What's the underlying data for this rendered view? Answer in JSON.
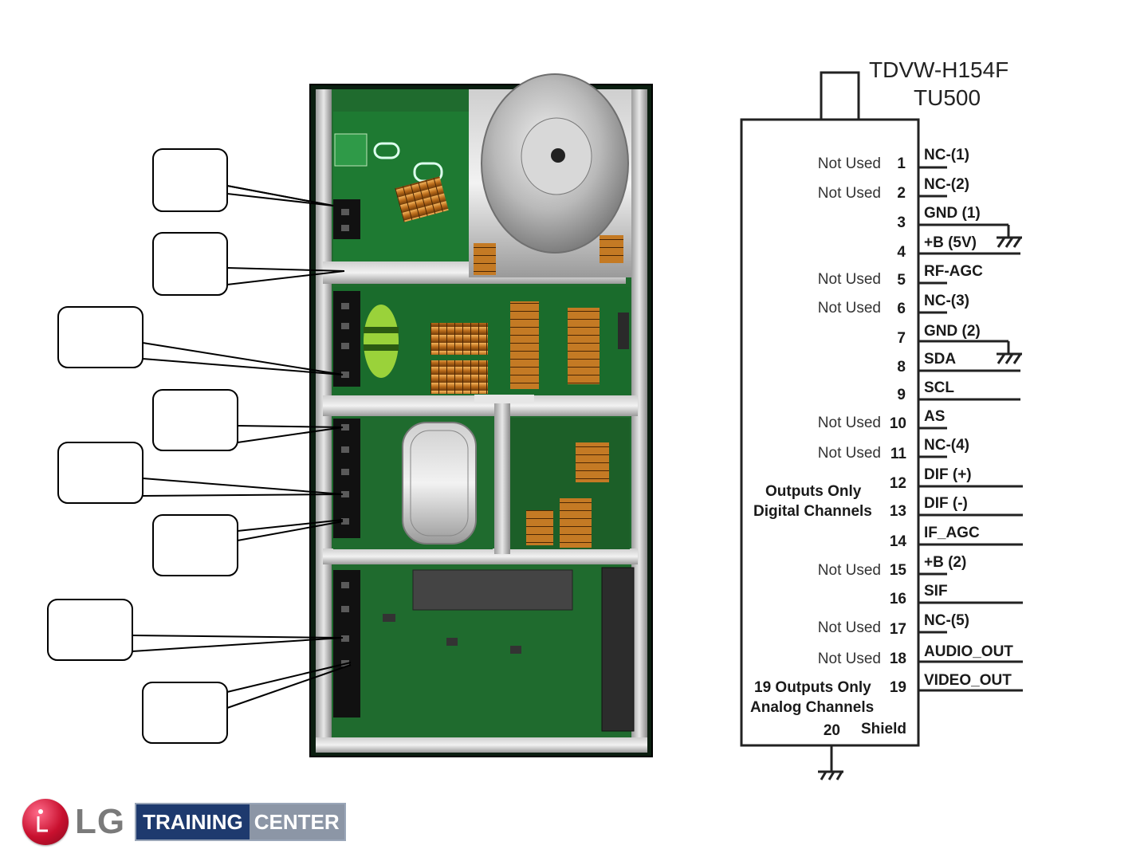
{
  "chip": {
    "title_line1": "TDVW-H154F",
    "title_line2": "TU500"
  },
  "pins": [
    {
      "num": "1",
      "signal": "NC-(1)",
      "note": "Not Used"
    },
    {
      "num": "2",
      "signal": "NC-(2)",
      "note": "Not Used"
    },
    {
      "num": "3",
      "signal": "GND (1)",
      "note": ""
    },
    {
      "num": "4",
      "signal": "+B (5V)",
      "note": ""
    },
    {
      "num": "5",
      "signal": "RF-AGC",
      "note": "Not Used"
    },
    {
      "num": "6",
      "signal": "NC-(3)",
      "note": "Not Used"
    },
    {
      "num": "7",
      "signal": "GND (2)",
      "note": ""
    },
    {
      "num": "8",
      "signal": "SDA",
      "note": ""
    },
    {
      "num": "9",
      "signal": "SCL",
      "note": ""
    },
    {
      "num": "10",
      "signal": "AS",
      "note": "Not Used"
    },
    {
      "num": "11",
      "signal": "NC-(4)",
      "note": "Not Used"
    },
    {
      "num": "12",
      "signal": "DIF (+)",
      "note": ""
    },
    {
      "num": "13",
      "signal": "DIF (-)",
      "note": ""
    },
    {
      "num": "14",
      "signal": "IF_AGC",
      "note": ""
    },
    {
      "num": "15",
      "signal": "+B (2)",
      "note": "Not Used"
    },
    {
      "num": "16",
      "signal": "SIF",
      "note": ""
    },
    {
      "num": "17",
      "signal": "NC-(5)",
      "note": "Not Used"
    },
    {
      "num": "18",
      "signal": "AUDIO_OUT",
      "note": "Not Used"
    },
    {
      "num": "19",
      "signal": "VIDEO_OUT",
      "note": "19 Outputs Only"
    },
    {
      "num": "20",
      "signal": "Shield",
      "note": ""
    }
  ],
  "notes": {
    "digital_line1": "Outputs Only",
    "digital_line2": "Digital Channels",
    "analog_line2": "Analog Channels"
  },
  "footer": {
    "brand": "LG",
    "training": "TRAINING",
    "center": "CENTER"
  },
  "colors": {
    "pcb_green": "#1f6b2e",
    "brand_red": "#c8102e",
    "brand_navy": "#1e3a6e"
  }
}
